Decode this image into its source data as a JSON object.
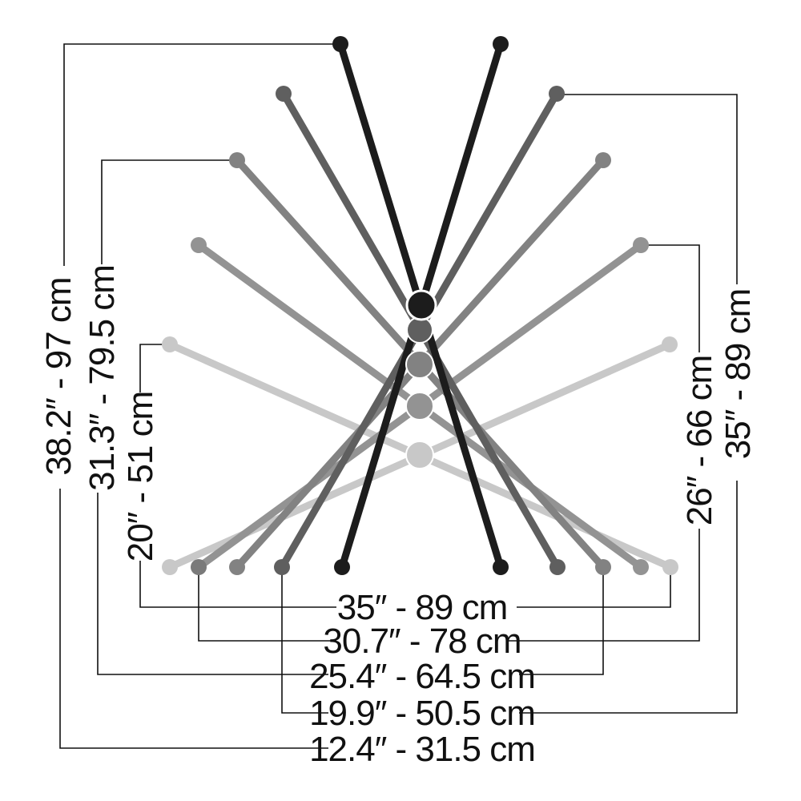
{
  "colors": {
    "background": "#ffffff",
    "text": "#111111",
    "positions": [
      "#1c1c1c",
      "#5f5f5f",
      "#828282",
      "#939393",
      "#c8c8c8"
    ]
  },
  "heights": [
    {
      "label": "38.2″ - 97 cm"
    },
    {
      "label": "35″ - 89 cm"
    },
    {
      "label": "31.3″ - 79.5 cm"
    },
    {
      "label": "26″ - 66 cm"
    },
    {
      "label": "20″ - 51 cm"
    }
  ],
  "widths": [
    {
      "label": "35″ - 89 cm"
    },
    {
      "label": "30.7″ - 78 cm"
    },
    {
      "label": "25.4″ - 64.5 cm"
    },
    {
      "label": "19.9″ - 50.5 cm"
    },
    {
      "label": "12.4″ - 31.5 cm"
    }
  ]
}
